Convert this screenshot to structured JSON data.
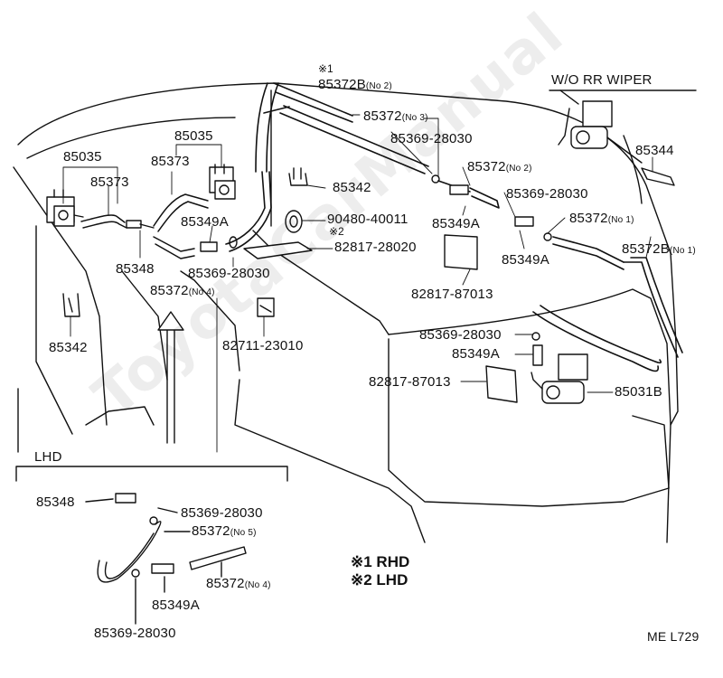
{
  "labels": {
    "l1": "85372B",
    "l1n": "(No 2)",
    "l2": "85372",
    "l2n": "(No 3)",
    "l3": "85369-28030",
    "l4": "85372",
    "l4n": "(No 2)",
    "l5": "85369-28030",
    "l6": "85372",
    "l6n": "(No 1)",
    "l7": "85372B",
    "l7n": "(No 1)",
    "l8": "85344",
    "l9": "85035",
    "l10": "85035",
    "l11": "85373",
    "l12": "85373",
    "l13": "85342",
    "l14": "85349A",
    "l15": "90480-40011",
    "l16": "82817-28020",
    "l17": "85349A",
    "l18": "85349A",
    "l19": "82817-87013",
    "l20": "85348",
    "l21": "85369-28030",
    "l22": "85372",
    "l22n": "(No 4)",
    "l23": "82711-23010",
    "l24": "85342",
    "l25": "85369-28030",
    "l26": "85349A",
    "l27": "82817-87013",
    "l28": "85031B",
    "lhd1": "85348",
    "lhd2": "85369-28030",
    "lhd3": "85372",
    "lhd3n": "(No 5)",
    "lhd4": "85372",
    "lhd4n": "(No 4)",
    "lhd5": "85349A",
    "lhd6": "85369-28030"
  },
  "markers": {
    "m1": "※1",
    "m2": "※2"
  },
  "headers": {
    "wo_rr_wiper": "W/O RR WIPER",
    "lhd_box": "LHD"
  },
  "legend": {
    "rhd": "※1 RHD",
    "lhd": "※2 LHD"
  },
  "diagram_code": "ME L729",
  "watermark": "ToyotaCarManual"
}
